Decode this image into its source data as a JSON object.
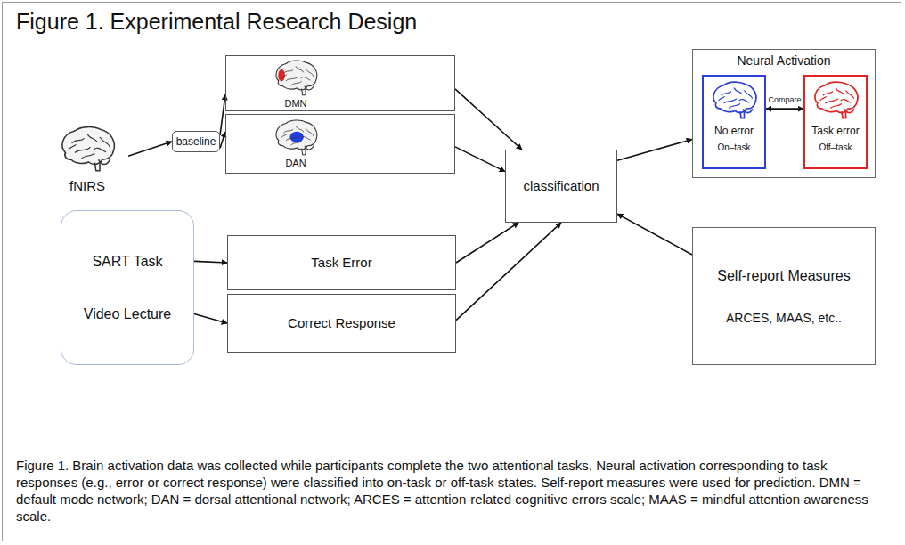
{
  "diagram": {
    "title": "Figure 1. Experimental Research Design",
    "caption": "Figure 1. Brain activation data was collected while participants complete the two attentional tasks. Neural activation corresponding to task responses (e.g., error or correct response) were classified into on-task or off-task states. Self-report measures were used for prediction. DMN = default mode network; DAN = dorsal attentional network; ARCES = attention-related cognitive errors scale; MAAS = mindful attention awareness scale.",
    "nodes": [
      {
        "text": [
          "fNIRS"
        ]
      },
      {
        "text": [
          "baseline"
        ]
      },
      {
        "text": [
          "DMN"
        ]
      },
      {
        "text": [
          "DAN"
        ]
      },
      {
        "text": [
          "SART Task",
          "Video Lecture"
        ]
      },
      {
        "text": [
          "Task Error"
        ]
      },
      {
        "text": [
          "Correct Response"
        ]
      },
      {
        "text": [
          "classification"
        ]
      },
      {
        "text": [
          "Neural Activation"
        ]
      },
      {
        "text": [
          "No error",
          "On–task"
        ],
        "in": 8
      },
      {
        "text": [
          "Task error",
          "Off–task"
        ],
        "in": 8
      },
      {
        "text": [
          "Self-report Measures",
          "ARCES, MAAS, etc.."
        ]
      }
    ],
    "edges": [
      {
        "from": 0,
        "to": 1,
        "arrow": "to"
      },
      {
        "from": 1,
        "to": 2,
        "arrow": "to"
      },
      {
        "from": 1,
        "to": 3,
        "arrow": "to"
      },
      {
        "from": 2,
        "to": 7,
        "arrow": "to"
      },
      {
        "from": 3,
        "to": 7,
        "arrow": "to"
      },
      {
        "from": 4,
        "to": 5,
        "arrow": "to"
      },
      {
        "from": 4,
        "to": 6,
        "arrow": "to"
      },
      {
        "from": 5,
        "to": 7,
        "arrow": "to"
      },
      {
        "from": 6,
        "to": 7,
        "arrow": "to"
      },
      {
        "from": 7,
        "to": 8,
        "arrow": "to"
      },
      {
        "from": 11,
        "to": 7,
        "arrow": "to"
      },
      {
        "from": 9,
        "to": 10,
        "label": "Compare",
        "arrow": "both"
      }
    ]
  }
}
